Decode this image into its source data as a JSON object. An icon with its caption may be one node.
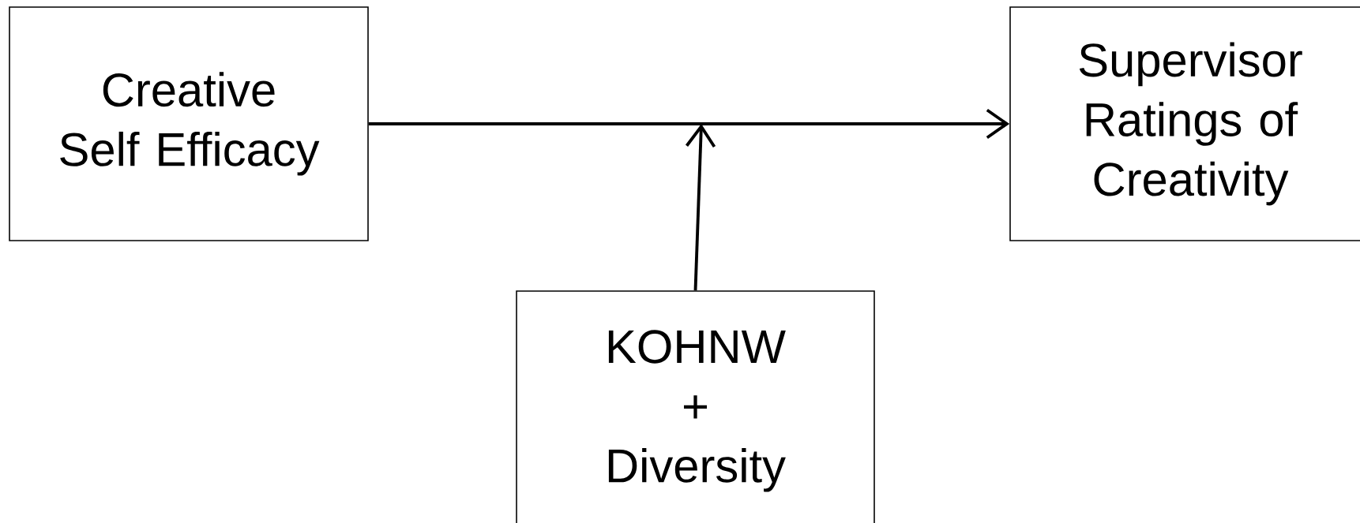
{
  "diagram": {
    "nodes": [
      {
        "text": [
          "Creative Self Efficacy"
        ]
      },
      {
        "text": [
          "Supervisor Ratings of Creativity"
        ]
      },
      {
        "text": [
          "KOHNW",
          "+",
          "Diversity"
        ]
      }
    ],
    "edges": [
      {
        "from": 0,
        "to": 1,
        "arrow": "to"
      },
      {
        "from": 2,
        "to": null,
        "arrow": "to"
      }
    ]
  }
}
